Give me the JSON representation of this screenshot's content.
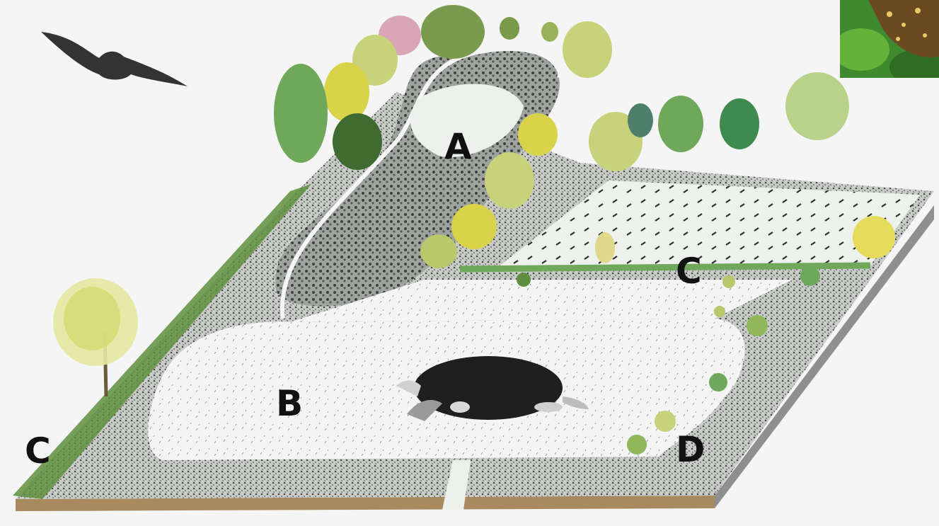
{
  "zones": [
    {
      "id": "zone-a",
      "letter": "A"
    },
    {
      "id": "zone-b",
      "letter": "B"
    },
    {
      "id": "zone-c-left",
      "letter": "C"
    },
    {
      "id": "zone-c-right",
      "letter": "C"
    },
    {
      "id": "zone-d",
      "letter": "D"
    }
  ],
  "palette": {
    "paper": "#f4f5f4",
    "hedge_green": "#5f8f3e",
    "soil_brown": "#a07a4c",
    "gravel_gray": "#8c8f8c",
    "foliage_yellow": "#d9d34a",
    "foliage_green": "#6fa85a"
  },
  "icons": [
    "bat-illustration",
    "mole-illustration",
    "butterfly-photo"
  ]
}
